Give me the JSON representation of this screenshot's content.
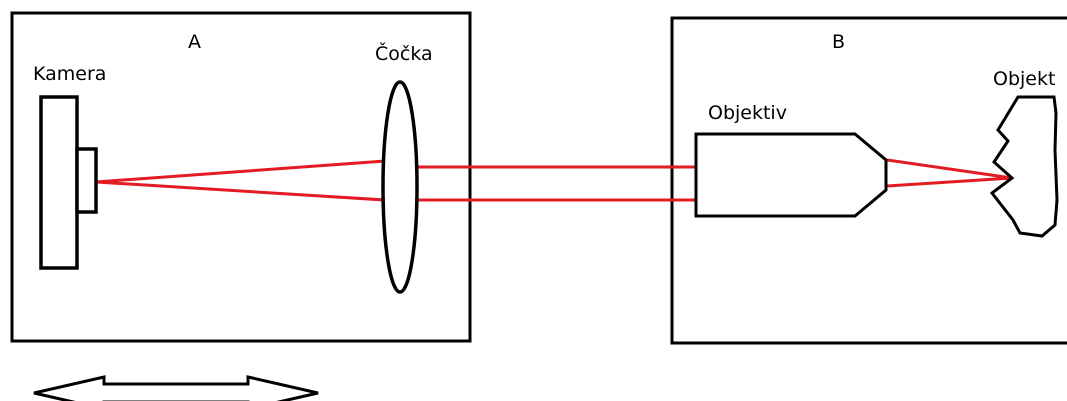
{
  "labels": {
    "box_a": "A",
    "box_b": "B",
    "camera": "Kamera",
    "lens": "Čočka",
    "objective": "Objektiv",
    "object": "Objekt"
  },
  "colors": {
    "line": "#000000",
    "ray": "#e31b23",
    "background": "#ffffff"
  }
}
